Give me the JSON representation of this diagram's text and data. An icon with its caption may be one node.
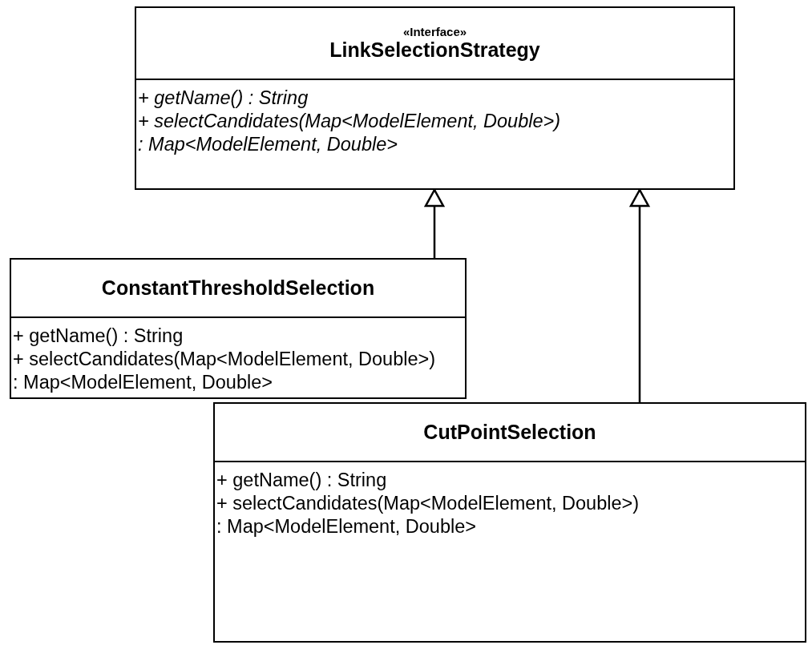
{
  "diagram": {
    "nodes": [
      {
        "text": [
          "«Interface»",
          "LinkSelectionStrategy",
          "+ getName() : String",
          "+ selectCandidates(Map<ModelElement, Double>)",
          ": Map<ModelElement, Double>"
        ]
      },
      {
        "text": [
          "ConstantThresholdSelection",
          "+ getName() : String",
          "+ selectCandidates(Map<ModelElement, Double>)",
          ": Map<ModelElement, Double>"
        ]
      },
      {
        "text": [
          "CutPointSelection",
          "+ getName() : String",
          "+ selectCandidates(Map<ModelElement, Double>)",
          ": Map<ModelElement, Double>"
        ]
      }
    ],
    "edges": [
      {
        "from": 1,
        "to": 0,
        "arrow": "to"
      },
      {
        "from": 2,
        "to": 0,
        "arrow": "to"
      }
    ]
  }
}
